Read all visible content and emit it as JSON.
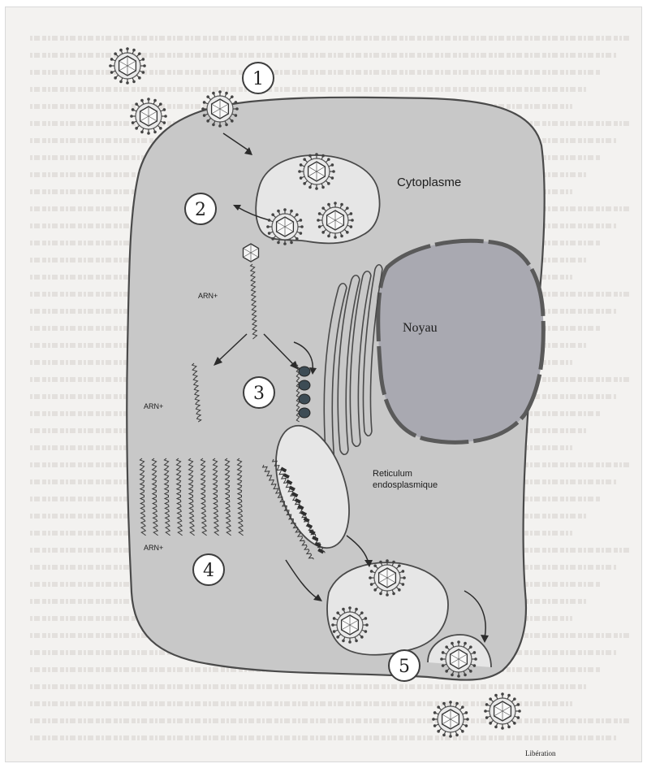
{
  "diagram": {
    "steps": [
      "1",
      "2",
      "3",
      "4",
      "5"
    ],
    "labels": {
      "cytoplasm": "Cytoplasme",
      "nucleus": "Noyau",
      "rna_top": "ARN+",
      "rna_left": "ARN+",
      "rna_bottom": "ARN+",
      "er_line1": "Reticulum",
      "er_line2": "endosplasmique",
      "release": "Libération"
    },
    "icons": {
      "virion": "virion-icon",
      "rna_strand": "rna-strand-icon",
      "ribosome": "ribosome-icon"
    },
    "colors": {
      "cell_fill": "#c8c8c8",
      "cell_stroke": "#4a4a4a",
      "nucleus_fill": "#a9a9b1",
      "vesicle_fill": "#ececec",
      "page_bg": "#f3f2f0"
    }
  }
}
